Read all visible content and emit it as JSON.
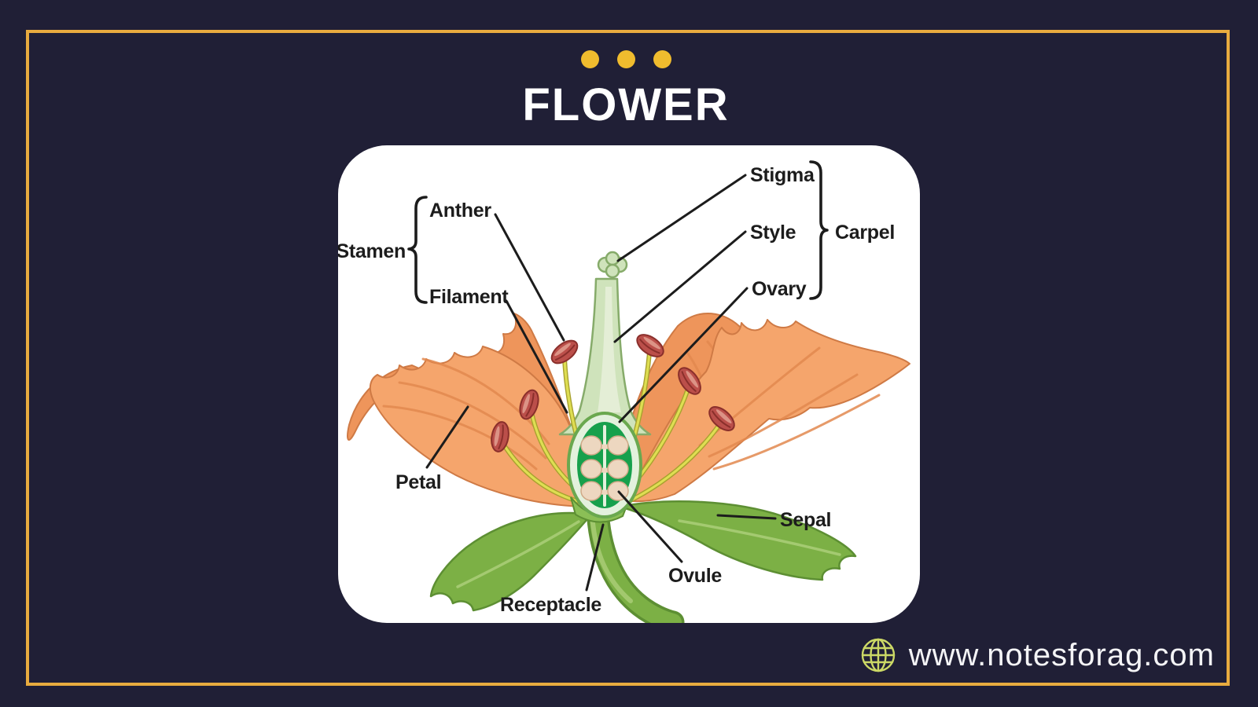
{
  "theme": {
    "bg": "#201f36",
    "gold": "#e8ab3f",
    "dot": "#f0bc2e",
    "card-bg": "#ffffff",
    "ink": "#1c1c1c",
    "title-ink": "#ffffff",
    "footer-ink": "#f4f4f6",
    "globe": "#ccd966",
    "petal": "#f5a56c",
    "anther": "#bb4f4a",
    "filament": "#dede52",
    "sepal": "#7cb045",
    "style-fill": "#cfe3bb",
    "ovary-green": "#16a04c",
    "ovule": "#edd7c0"
  },
  "header": {
    "title": "FLOWER",
    "dot_count": 3
  },
  "diagram": {
    "subject": "flower-anatomy-cross-section",
    "labels": {
      "stigma": "Stigma",
      "style": "Style",
      "ovary": "Ovary",
      "carpel": "Carpel",
      "anther": "Anther",
      "stamen": "Stamen",
      "filament": "Filament",
      "petal": "Petal",
      "sepal": "Sepal",
      "ovule": "Ovule",
      "receptacle": "Receptacle"
    },
    "groups": {
      "stamen_members": [
        "Anther",
        "Filament"
      ],
      "carpel_members": [
        "Stigma",
        "Style",
        "Ovary"
      ]
    }
  },
  "footer": {
    "website": "www.notesforag.com",
    "globe_icon": "globe-wireframe"
  }
}
